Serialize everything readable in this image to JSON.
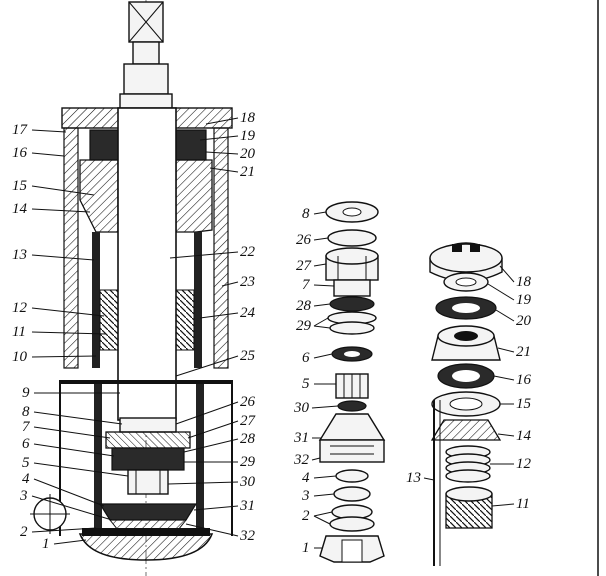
{
  "diagram": {
    "section_left_labels": [
      "17",
      "16",
      "15",
      "14",
      "13",
      "12",
      "11",
      "10",
      "9",
      "8",
      "7",
      "6",
      "5",
      "4",
      "3",
      "2",
      "1"
    ],
    "section_right_labels": [
      "18",
      "19",
      "20",
      "21",
      "22",
      "23",
      "24",
      "25",
      "26",
      "27",
      "28",
      "29",
      "30",
      "31",
      "32"
    ],
    "exploded_mid_labels": [
      "8",
      "26",
      "27",
      "7",
      "28",
      "29",
      "6",
      "5",
      "30",
      "31",
      "32",
      "4",
      "3",
      "2",
      "1"
    ],
    "exploded_right_labels": [
      "18",
      "19",
      "20",
      "21",
      "16",
      "15",
      "14",
      "12",
      "13",
      "11"
    ]
  }
}
